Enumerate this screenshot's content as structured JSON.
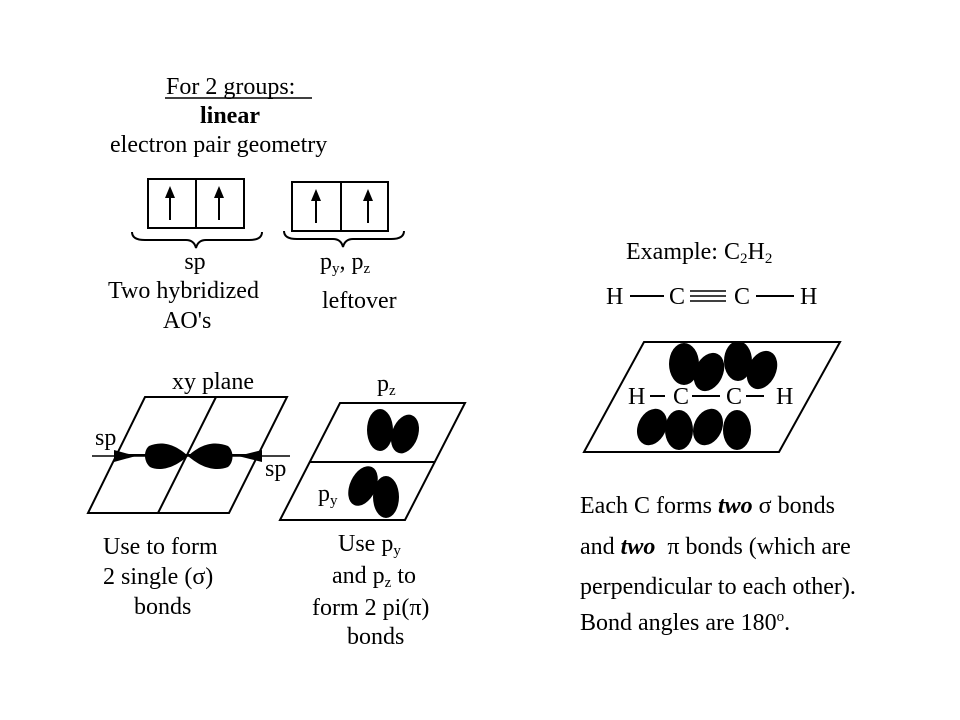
{
  "heading": {
    "title": "For 2 groups:",
    "geometry": "linear",
    "subtitle": "electron pair geometry"
  },
  "orbitals": {
    "hybrid_symbol": "sp",
    "hybrid_desc_line1": "Two hybridized",
    "hybrid_desc_line2": "AO's",
    "leftover_main": "p",
    "leftover_sub1": "y",
    "leftover_sep": ", p",
    "leftover_sub2": "z",
    "leftover_desc": "leftover"
  },
  "xy_plane": {
    "label": "xy plane",
    "sp_left": "sp",
    "sp_right": "sp",
    "caption_line1": "Use to form",
    "caption_line2": "2 single (σ)",
    "caption_line3": "bonds"
  },
  "pi_plane": {
    "pz_main": "p",
    "pz_sub": "z",
    "py_main": "p",
    "py_sub": "y",
    "caption_line1_main": "Use p",
    "caption_line1_sub": "y",
    "caption_line2_main": "and p",
    "caption_line2_sub": "z",
    "caption_line2_end": " to",
    "caption_line3": "form 2 pi(π)",
    "caption_line4": "bonds"
  },
  "example": {
    "label": "Example:  C",
    "sub1": "2",
    "h": "H",
    "sub2": "2",
    "atom_h_left": "H",
    "atom_c1": "C",
    "atom_c2": "C",
    "atom_h_right": "H",
    "plane_h_left": "H",
    "plane_c1": "C",
    "plane_c2": "C",
    "plane_h_right": "H"
  },
  "bonding": {
    "l1_start": "Each C forms",
    "l1_two": "two",
    "l1_end": "σ bonds",
    "l2_start": "and",
    "l2_two": "two",
    "l2_end": "π bonds (which are",
    "l3": "perpendicular to each other).",
    "l4_start": "Bond angles are 180",
    "l4_deg": "o",
    "l4_end": "."
  }
}
